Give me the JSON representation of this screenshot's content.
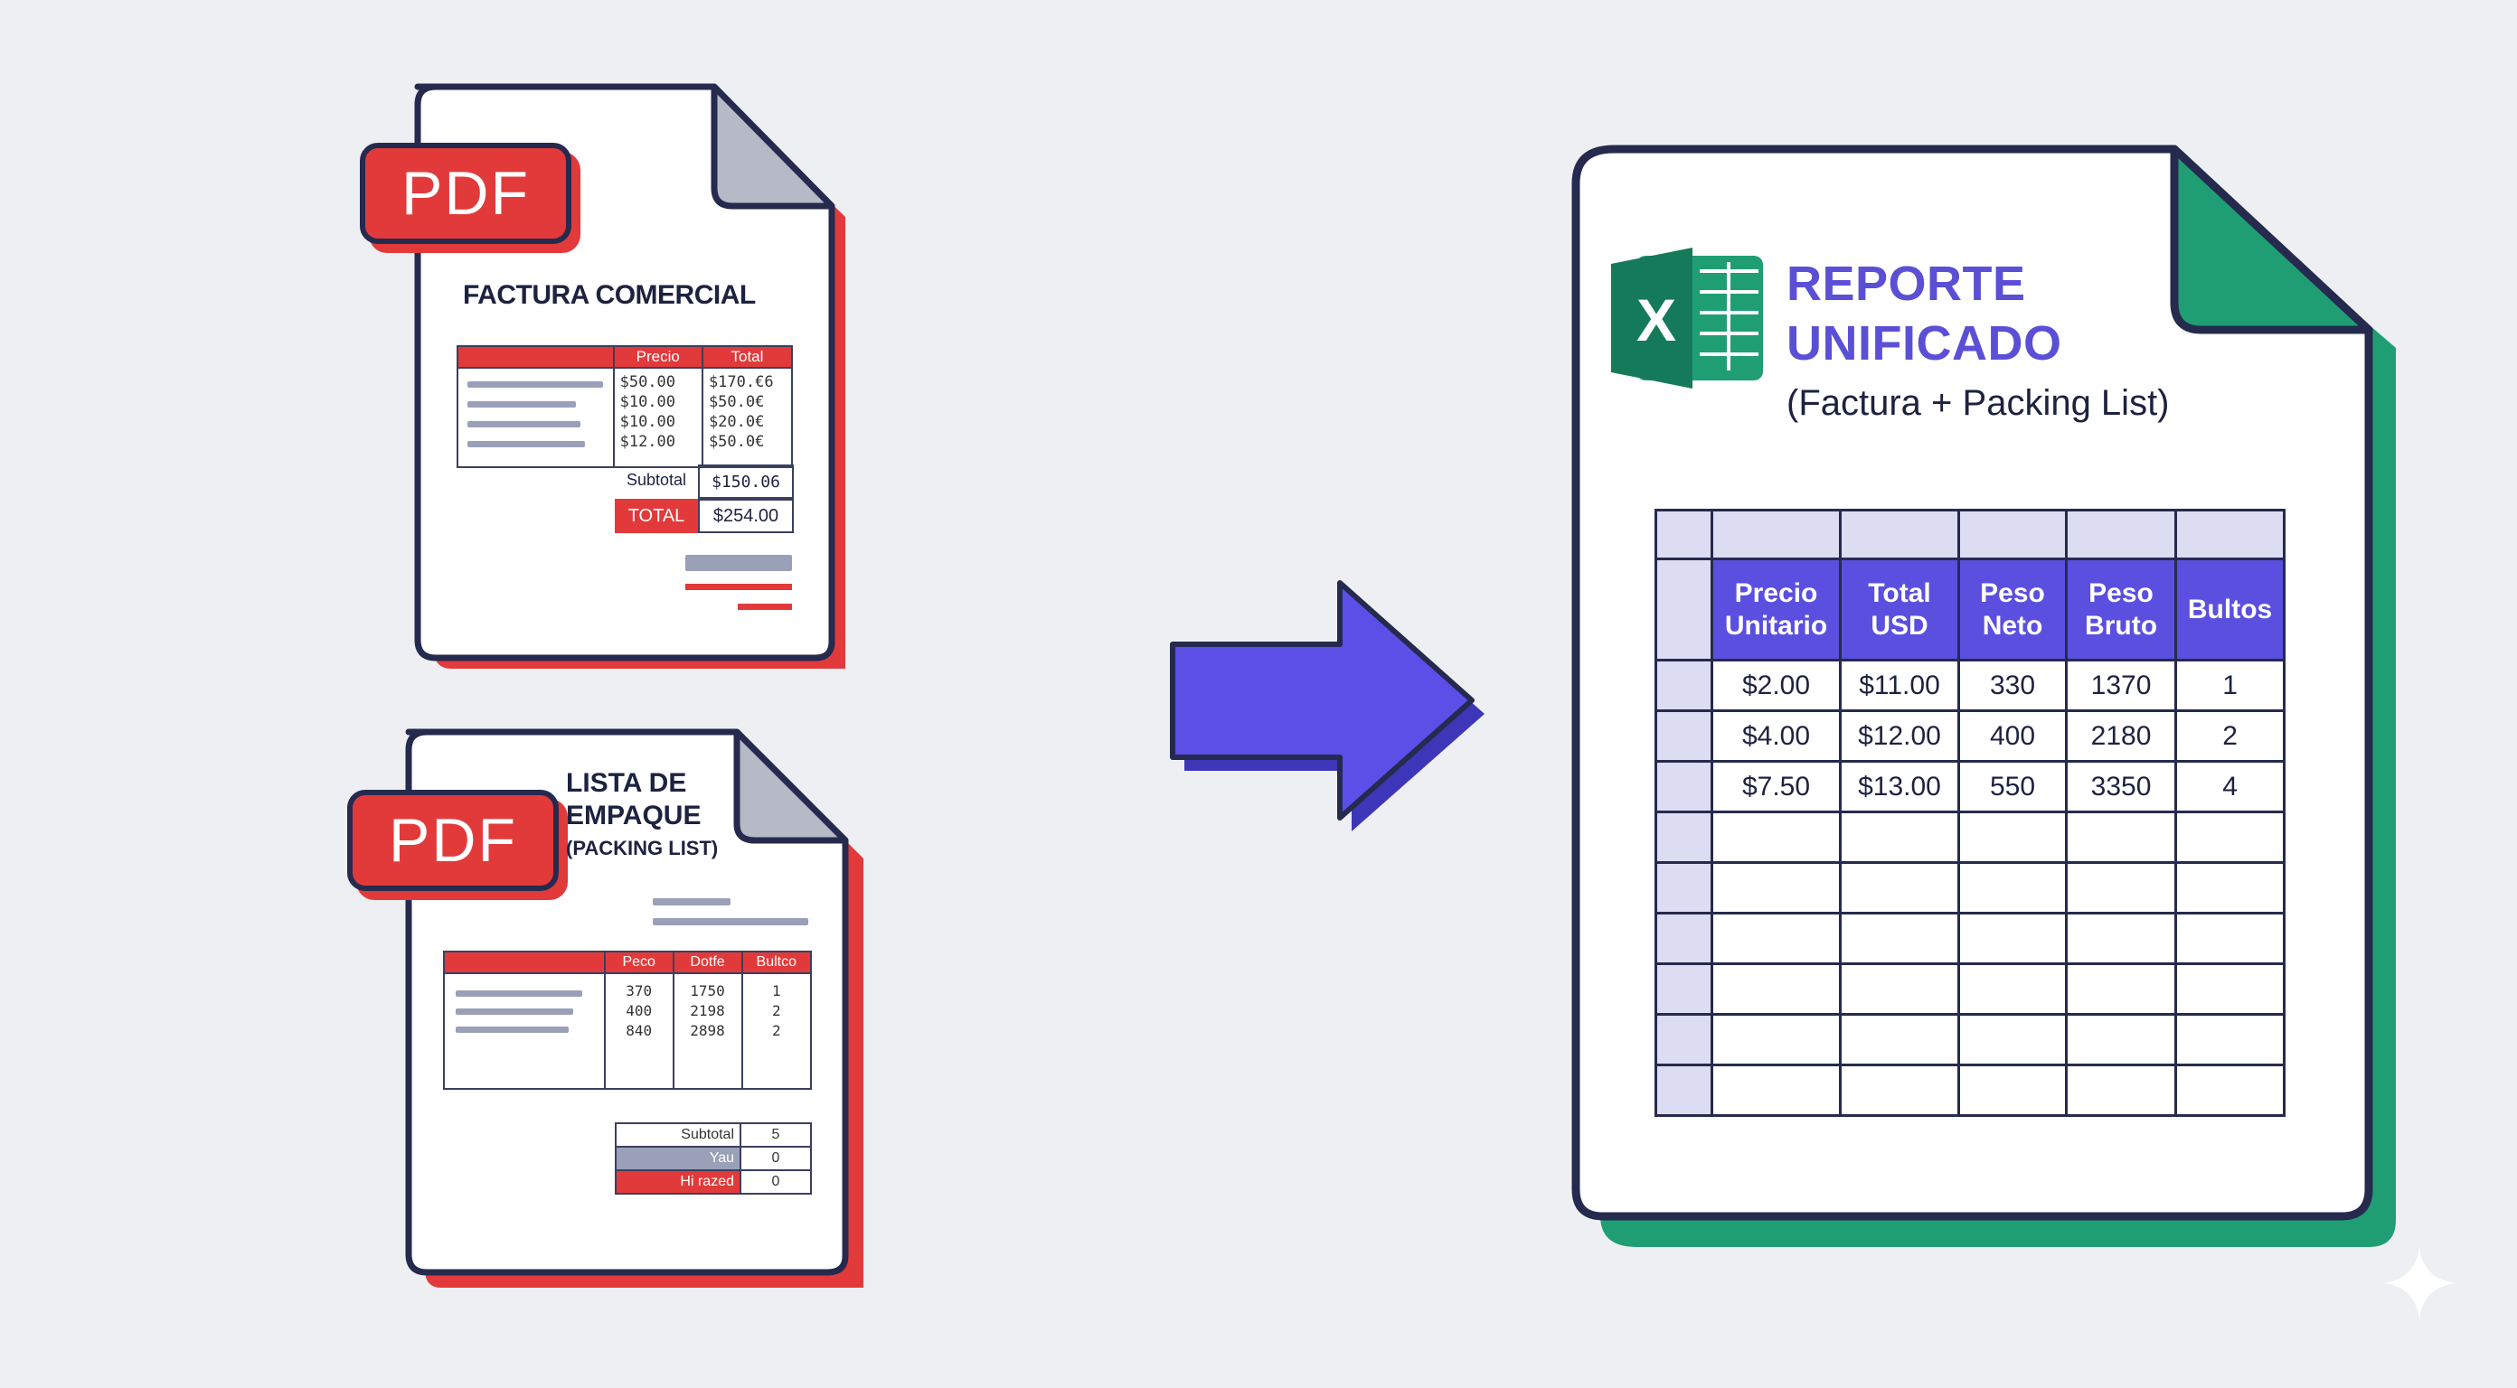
{
  "invoice": {
    "badge": "PDF",
    "title": "FACTURA COMERCIAL",
    "columns": [
      "Precio",
      "Total"
    ],
    "rows": [
      [
        "$50.00",
        "$170.€6"
      ],
      [
        "$10.00",
        "$50.0€"
      ],
      [
        "$10.00",
        "$20.0€"
      ],
      [
        "$12.00",
        "$50.0€"
      ]
    ],
    "subtotal_label": "Subtotal",
    "subtotal_value": "$150.06",
    "total_label": "TOTAL",
    "total_value": "$254.00"
  },
  "packing": {
    "badge": "PDF",
    "title_line1": "LISTA DE",
    "title_line2": "EMPAQUE",
    "title_line3": "(PACKING LIST)",
    "columns": [
      "Peco",
      "Dotfe",
      "Bultco"
    ],
    "rows": [
      [
        "370",
        "1750",
        "1"
      ],
      [
        "400",
        "2198",
        "2"
      ],
      [
        "840",
        "2898",
        "2"
      ]
    ],
    "summary": [
      {
        "label": "Subtotal",
        "value": "5"
      },
      {
        "label": "Yau",
        "value": "0"
      },
      {
        "label": "Hi razed",
        "value": "0"
      }
    ]
  },
  "report": {
    "icon_letter": "X",
    "title_line1": "REPORTE",
    "title_line2": "UNIFICADO",
    "subtitle": "(Factura + Packing List)",
    "headers": [
      {
        "line1": "Precio",
        "line2": "Unitario"
      },
      {
        "line1": "Total",
        "line2": "USD"
      },
      {
        "line1": "Peso",
        "line2": "Neto"
      },
      {
        "line1": "Peso",
        "line2": "Bruto"
      },
      {
        "line1": "Bultos",
        "line2": ""
      }
    ],
    "rows": [
      [
        "$2.00",
        "$11.00",
        "330",
        "1370",
        "1"
      ],
      [
        "$4.00",
        "$12.00",
        "400",
        "2180",
        "2"
      ],
      [
        "$7.50",
        "$13.00",
        "550",
        "3350",
        "4"
      ],
      [
        "",
        "",
        "",
        "",
        ""
      ],
      [
        "",
        "",
        "",
        "",
        ""
      ],
      [
        "",
        "",
        "",
        "",
        ""
      ],
      [
        "",
        "",
        "",
        "",
        ""
      ],
      [
        "",
        "",
        "",
        "",
        ""
      ],
      [
        "",
        "",
        "",
        "",
        ""
      ]
    ]
  },
  "colors": {
    "background": "#eeeff2",
    "pdf_red": "#e23a3a",
    "outline": "#252a4e",
    "report_purple": "#5b4fe0",
    "excel_green": "#1f9e74"
  }
}
